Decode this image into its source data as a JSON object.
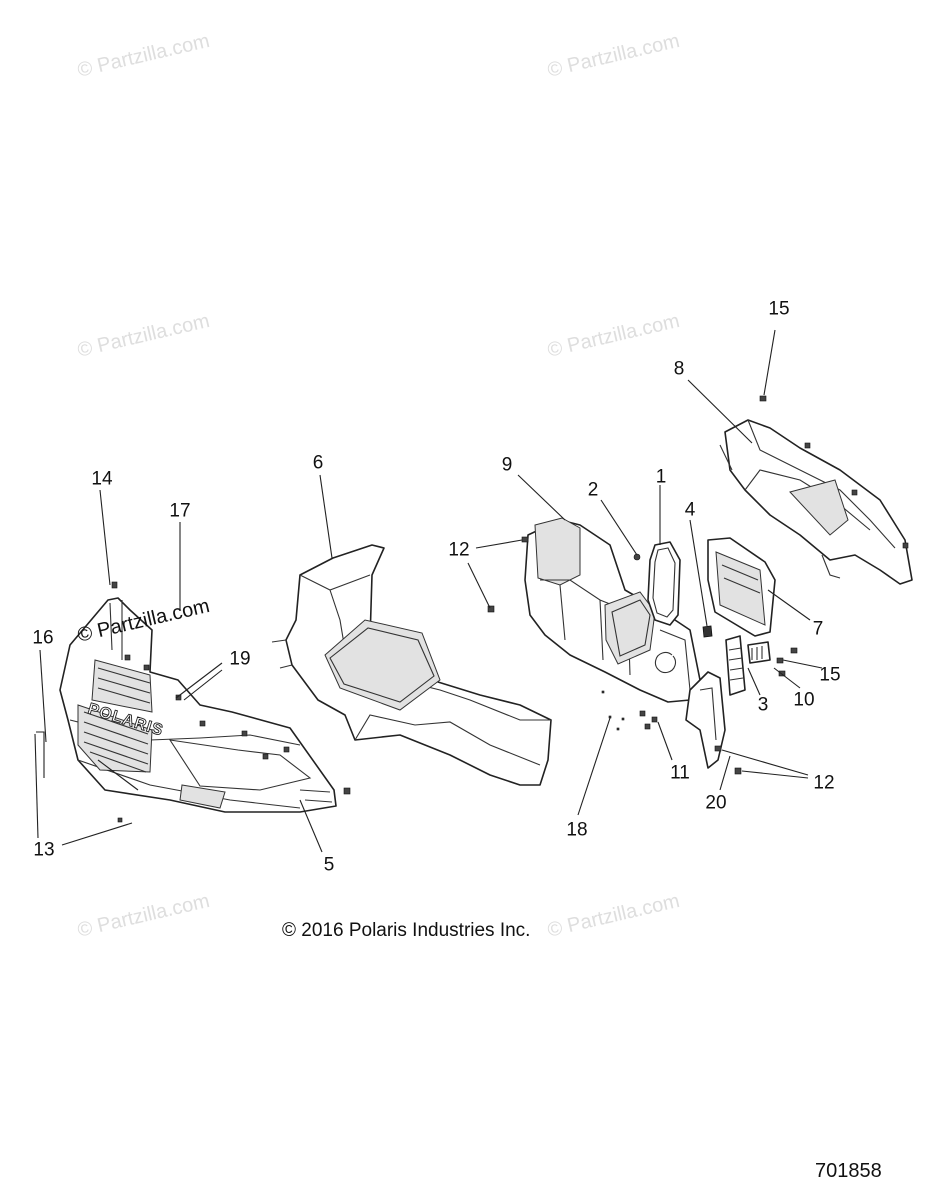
{
  "watermarks": [
    "© Partzilla.com",
    "© Partzilla.com",
    "© Partzilla.com",
    "© Partzilla.com",
    "© Partzilla.com",
    "© Partzilla.com",
    "© Partzilla.com"
  ],
  "bumper_logo": "POLARIS",
  "callouts": [
    {
      "id": "c15a",
      "label": "15"
    },
    {
      "id": "c8",
      "label": "8"
    },
    {
      "id": "c9",
      "label": "9"
    },
    {
      "id": "c2",
      "label": "2"
    },
    {
      "id": "c1",
      "label": "1"
    },
    {
      "id": "c4",
      "label": "4"
    },
    {
      "id": "c6",
      "label": "6"
    },
    {
      "id": "c14",
      "label": "14"
    },
    {
      "id": "c17",
      "label": "17"
    },
    {
      "id": "c12a",
      "label": "12"
    },
    {
      "id": "c16",
      "label": "16"
    },
    {
      "id": "c19",
      "label": "19"
    },
    {
      "id": "c7",
      "label": "7"
    },
    {
      "id": "c15b",
      "label": "15"
    },
    {
      "id": "c3",
      "label": "3"
    },
    {
      "id": "c10",
      "label": "10"
    },
    {
      "id": "c11",
      "label": "11"
    },
    {
      "id": "c12b",
      "label": "12"
    },
    {
      "id": "c20",
      "label": "20"
    },
    {
      "id": "c18",
      "label": "18"
    },
    {
      "id": "c13",
      "label": "13"
    },
    {
      "id": "c5",
      "label": "5"
    }
  ],
  "copyright": "© 2016 Polaris Industries Inc.",
  "diagram_number": "701858"
}
